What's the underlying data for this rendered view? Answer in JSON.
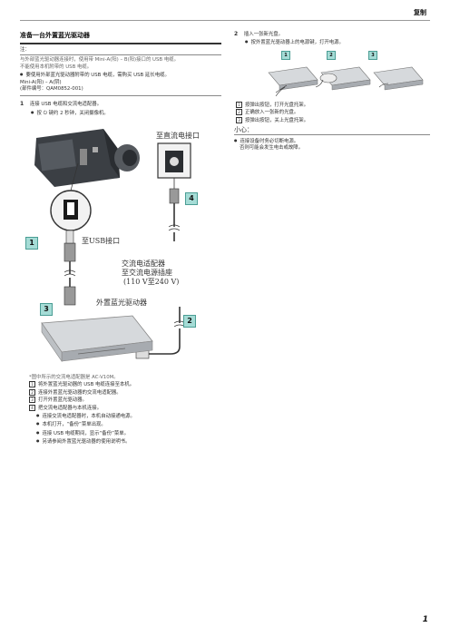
{
  "header": {
    "title": "复制"
  },
  "left": {
    "section_title": "准备一台外置蓝光驱动器",
    "note_label": "注：",
    "note_lines": [
      "与外部蓝光驱动器连接时，使用带 Mini-A(阳) – B(阳)接口的 USB 电缆。",
      "不能使用本机附带的 USB 电缆。"
    ],
    "bullet1": "要使用外部蓝光驱动器附带的 USB 电缆，需购买 USB 延长电缆。",
    "cable_line": "Mini-A(阳) – A(阴)",
    "part_line": "(部件编号：QAM0852-001)",
    "step1_num": "1",
    "step1_text": "连接 USB 电缆和交流电适配器。",
    "step1_sub": "按 ⏻ 键约 2 秒钟，关闭摄像机。",
    "diagram": {
      "label_dc": "至直流电接口",
      "label_usb": "至USB接口",
      "label_adapter1": "交流电适配器",
      "label_adapter2": "至交流电源插座",
      "label_adapter3": "(110 V至240 V)",
      "label_drive": "外置蓝光驱动器",
      "badges": [
        "1",
        "2",
        "3",
        "4"
      ]
    },
    "footnote": "*图中所示的交流电适配器是 AC-V10M。",
    "list": [
      {
        "n": "1",
        "t": "将外置蓝光驱动器的 USB 电缆连接至本机。"
      },
      {
        "n": "2",
        "t": "连接外置蓝光驱动器的交流电适配器。"
      },
      {
        "n": "3",
        "t": "打开外置蓝光驱动器。"
      },
      {
        "n": "4",
        "t": "把交流电适配器与本机连接。"
      }
    ],
    "bullets2": [
      "连接交流电适配器时，本机自动接通电源。",
      "本机打开，“备份”菜单出现。",
      "连接 USB 电缆期间，显示“备份”菜单。",
      "另请参阅外置蓝光驱动器的使用说明书。"
    ]
  },
  "right": {
    "step2_num": "2",
    "step2_text": "插入一张新光盘。",
    "step2_sub": "按外置蓝光驱动器上的电源键，打开电源。",
    "fig_badges": [
      "1",
      "2",
      "3"
    ],
    "list": [
      {
        "n": "1",
        "t": "按弹出按钮，打开光盘托架。"
      },
      {
        "n": "2",
        "t": "正确放入一张新的光盘。"
      },
      {
        "n": "3",
        "t": "按弹出按钮，关上光盘托架。"
      }
    ],
    "caution_label": "小心：",
    "caution_bullet": "连接设备时务必切断电源。",
    "caution_line2": "否则可能会发生电击或故障。"
  },
  "footer": {
    "page": "1"
  }
}
